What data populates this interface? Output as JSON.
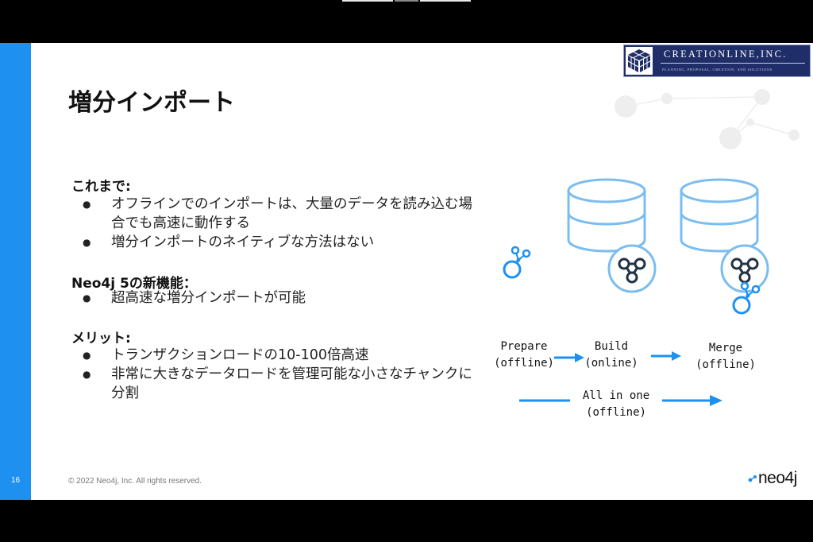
{
  "slide": {
    "title": "増分インポート",
    "page_number": "16",
    "copyright": "© 2022 Neo4j, Inc. All rights reserved.",
    "sections": [
      {
        "heading": "これまで:",
        "items": [
          "オフラインでのインポートは、大量のデータを読み込む場合でも高速に動作する",
          "増分インポートのネイティブな方法はない"
        ]
      },
      {
        "heading": "Neo4j 5の新機能：",
        "items": [
          "超高速な増分インポートが可能"
        ]
      },
      {
        "heading": "メリット:",
        "items": [
          "トランザクションロードの10-100倍高速",
          "非常に大きなデータロードを管理可能な小さなチャンクに分割"
        ]
      }
    ]
  },
  "logo": {
    "company_name": "CREATIONLINE,INC.",
    "tagline": "PLANNING, PROPOSAL, CREATION, AND SOLUTIONS",
    "neo4j_text": "neo4j"
  },
  "diagram": {
    "steps": [
      {
        "label": "Prepare",
        "mode": "(offline)"
      },
      {
        "label": "Build",
        "mode": "(online)"
      },
      {
        "label": "Merge",
        "mode": "(offline)"
      }
    ],
    "all_in_one": {
      "label": "All in one",
      "mode": "(offline)"
    }
  },
  "colors": {
    "accent": "#1e90f0",
    "db_stroke": "#7bbdf0",
    "node_fill": "#1e90f0",
    "dark_icon": "#223344",
    "logo_bg": "#1f2d68"
  }
}
